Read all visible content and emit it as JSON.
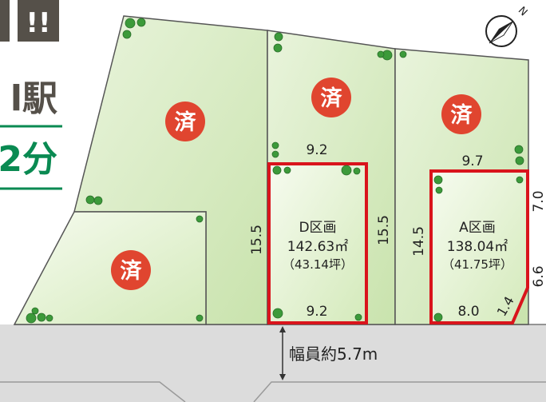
{
  "banner": {
    "badge_text": "!!",
    "station_fragment": "l駅",
    "minutes_fragment": "2分"
  },
  "compass": {
    "north_label": "N"
  },
  "colors": {
    "lot_green": "#d6ebbf",
    "sold_badge": "#e0452f",
    "highlight_red": "#d9141c",
    "road_gray": "#dcdcdc",
    "banner_dark": "#555049",
    "banner_green": "#0a8a52"
  },
  "sold_label": "済",
  "lots": {
    "d": {
      "name": "D区画",
      "area": "142.63㎡",
      "tsubo": "（43.14坪）",
      "top_width": "9.2",
      "bottom_width": "9.2",
      "left_depth": "15.5",
      "right_depth": "15.5"
    },
    "a": {
      "name": "A区画",
      "area": "138.04㎡",
      "tsubo": "（41.75坪）",
      "top_width": "9.7",
      "bottom_width": "8.0",
      "left_depth": "14.5",
      "right_upper": "7.0",
      "right_lower": "6.6",
      "corner_cut": "1.4"
    }
  },
  "road": {
    "width_label": "幅員約5.7m"
  }
}
